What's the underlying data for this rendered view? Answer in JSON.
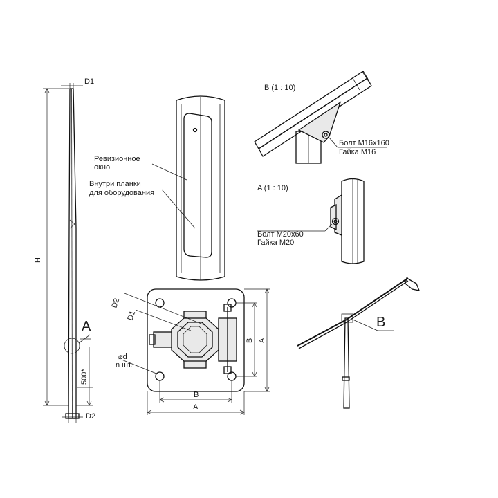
{
  "labels": {
    "pole_top_diameter": "D1",
    "pole_bottom_diameter": "D2",
    "pole_height": "H",
    "pole_detail_marker": "A",
    "base_offset": "500*",
    "revision_window_line1": "Ревизионное",
    "revision_window_line2": "окно",
    "inside_line1": "Внутри планки",
    "inside_line2": "для оборудования",
    "detail_b_title": "B (1 : 10)",
    "detail_b_bolt": "Болт М16х160",
    "detail_b_nut": "Гайка М16",
    "detail_a_title": "A (1 : 10)",
    "detail_a_bolt": "Болт М20х60",
    "detail_a_nut": "Гайка М20",
    "flange_d2": "D2",
    "flange_d1": "D1",
    "hole_diameter": "⌀d",
    "hole_count": "n шт.",
    "flange_dim_b_horizontal": "B",
    "flange_dim_a_horizontal": "A",
    "flange_dim_b_vertical": "B",
    "flange_dim_a_vertical": "A",
    "bracket_detail_marker": "B"
  }
}
